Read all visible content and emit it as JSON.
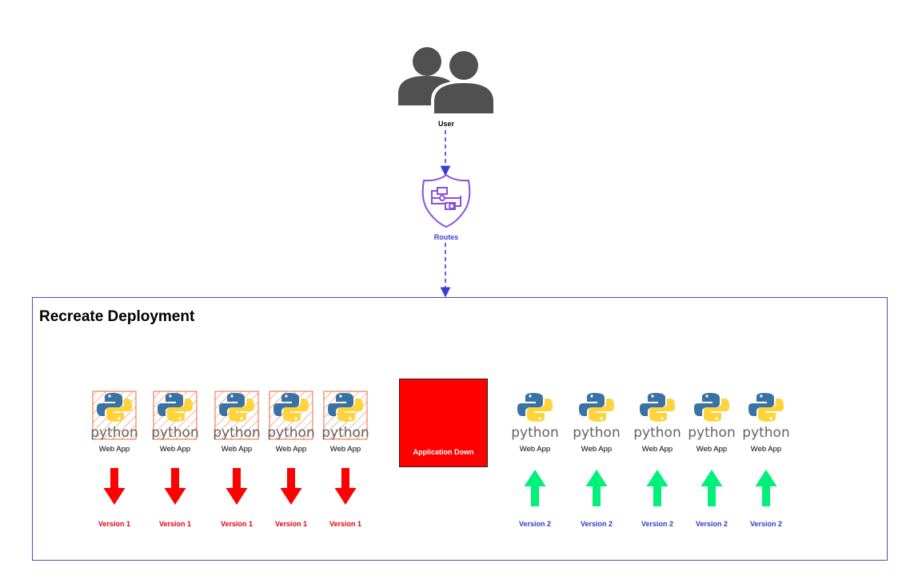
{
  "user": {
    "label": "User"
  },
  "routes": {
    "label": "Routes"
  },
  "deployment": {
    "title": "Recreate Deployment"
  },
  "outage": {
    "label": "Application Down"
  },
  "colors": {
    "edge": "#3b3bd6",
    "routes_icon": "#8a4fe0",
    "user_icon": "#505050",
    "version1": "#e8000b",
    "version2": "#2f3cc8",
    "arrow_down": "#ff0000",
    "arrow_up": "#00f07a",
    "python_blue": "#3a72a4",
    "python_yellow": "#ffd43b",
    "python_text": "#646464",
    "hatch": "#ef6a3a"
  },
  "v1_apps": [
    {
      "logo": "python",
      "label": "Web App",
      "version": "Version 1"
    },
    {
      "logo": "python",
      "label": "Web App",
      "version": "Version 1"
    },
    {
      "logo": "python",
      "label": "Web App",
      "version": "Version 1"
    },
    {
      "logo": "python",
      "label": "Web App",
      "version": "Version 1"
    },
    {
      "logo": "python",
      "label": "Web App",
      "version": "Version 1"
    }
  ],
  "v2_apps": [
    {
      "logo": "python",
      "label": "Web App",
      "version": "Version 2"
    },
    {
      "logo": "python",
      "label": "Web App",
      "version": "Version 2"
    },
    {
      "logo": "python",
      "label": "Web App",
      "version": "Version 2"
    },
    {
      "logo": "python",
      "label": "Web App",
      "version": "Version 2"
    },
    {
      "logo": "python",
      "label": "Web App",
      "version": "Version 2"
    }
  ]
}
